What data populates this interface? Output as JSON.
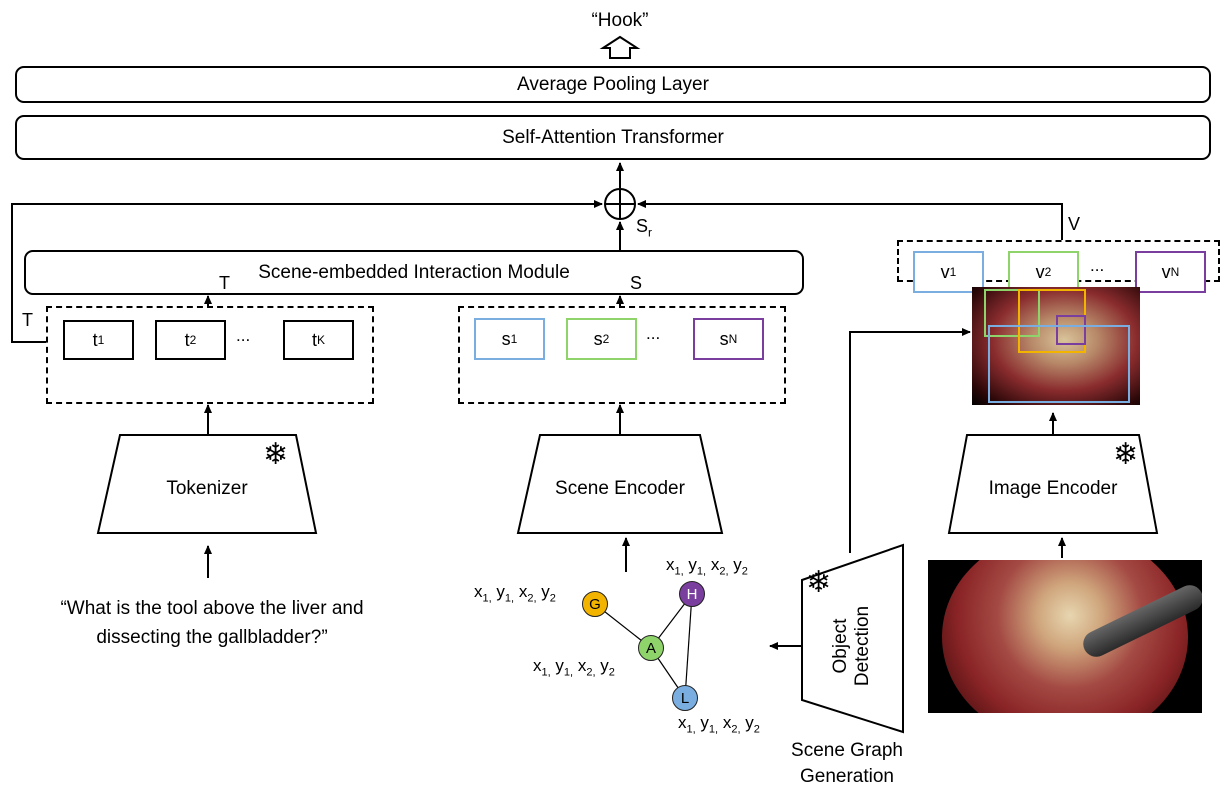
{
  "output_label": "“Hook”",
  "pooling_label": "Average Pooling Layer",
  "transformer_label": "Self-Attention Transformer",
  "interaction_label": "Scene-embedded Interaction Module",
  "sum_label": {
    "base": "S",
    "sub": "r"
  },
  "t_label": "T",
  "s_label": "S",
  "v_label": "V",
  "tokens": [
    {
      "base": "t",
      "sub": "1"
    },
    {
      "base": "t",
      "sub": "2"
    },
    {
      "ellipsis": "..."
    },
    {
      "base": "t",
      "sub": "K"
    }
  ],
  "scene_tokens": [
    {
      "base": "s",
      "sub": "1",
      "color": "#7aaee0"
    },
    {
      "base": "s",
      "sub": "2",
      "color": "#8fd46a"
    },
    {
      "ellipsis": "..."
    },
    {
      "base": "s",
      "sub": "N",
      "color": "#7a3f9e"
    }
  ],
  "visual_tokens": [
    {
      "base": "v",
      "sub": "1",
      "color": "#7aaee0"
    },
    {
      "base": "v",
      "sub": "2",
      "color": "#8fd46a"
    },
    {
      "ellipsis": "..."
    },
    {
      "base": "v",
      "sub": "N",
      "color": "#7a3f9e"
    }
  ],
  "tokenizer_label": "Tokenizer",
  "scene_encoder_label": "Scene Encoder",
  "image_encoder_label": "Image Encoder",
  "object_detection_label": "Object Detection",
  "scene_graph_label": "Scene Graph Generation",
  "question": "“What is the tool above the liver and dissecting the gallbladder?”",
  "frozen_icon": "snowflake-icon",
  "graph_nodes": [
    {
      "label": "G",
      "color": "#f3b400"
    },
    {
      "label": "H",
      "color": "#7a3f9e"
    },
    {
      "label": "A",
      "color": "#8fd46a"
    },
    {
      "label": "L",
      "color": "#7aaee0"
    }
  ],
  "coord_label": "x1, y1, x2, y2",
  "detection_box_colors": [
    "#8fd46a",
    "#f3b400",
    "#7a3f9e",
    "#7aaee0"
  ]
}
